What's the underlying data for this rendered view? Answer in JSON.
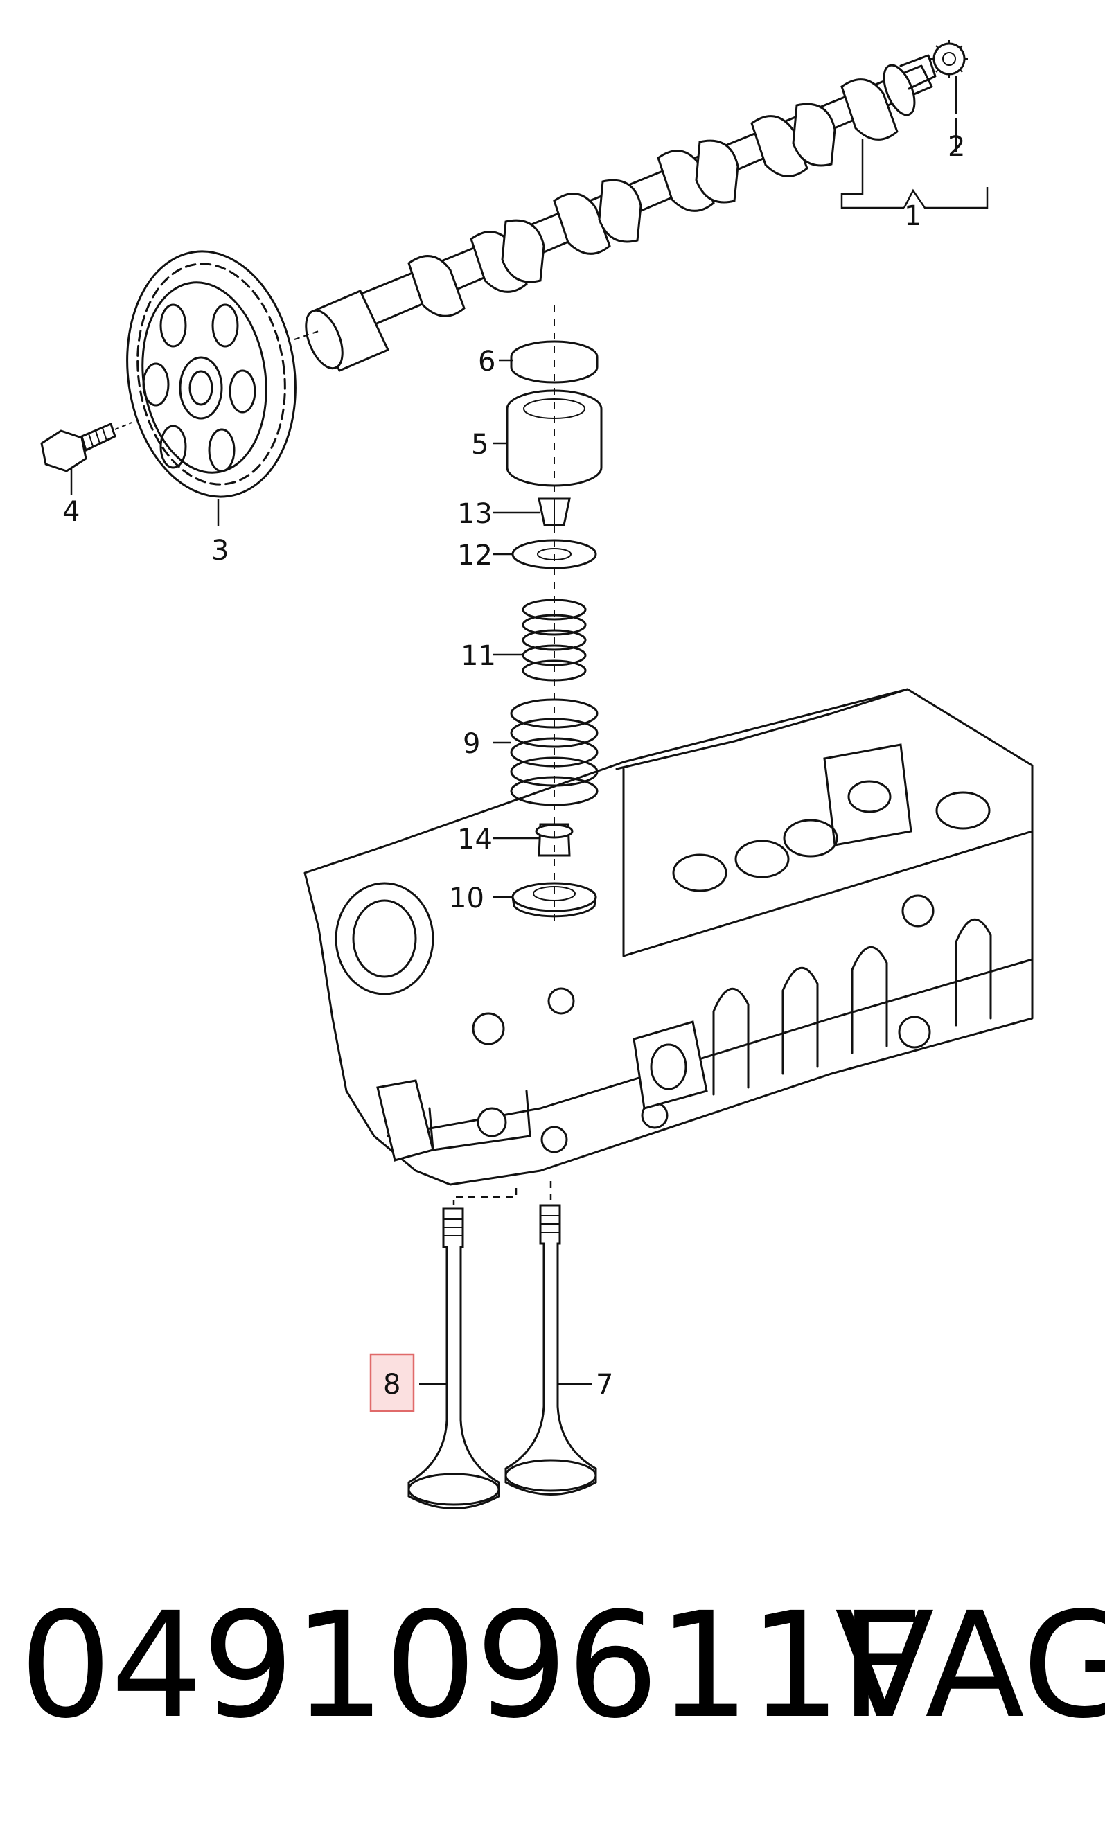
{
  "diagram": {
    "callouts": [
      "1",
      "2",
      "3",
      "4",
      "5",
      "6",
      "7",
      "8",
      "9",
      "10",
      "11",
      "12",
      "13",
      "14"
    ],
    "highlighted_callout": "8",
    "colors": {
      "line": "#111111",
      "highlight_fill": "#fbe0e0",
      "highlight_stroke": "#e06a6a"
    }
  },
  "footer": {
    "part_number": "049109611F",
    "brand": "VAG"
  }
}
